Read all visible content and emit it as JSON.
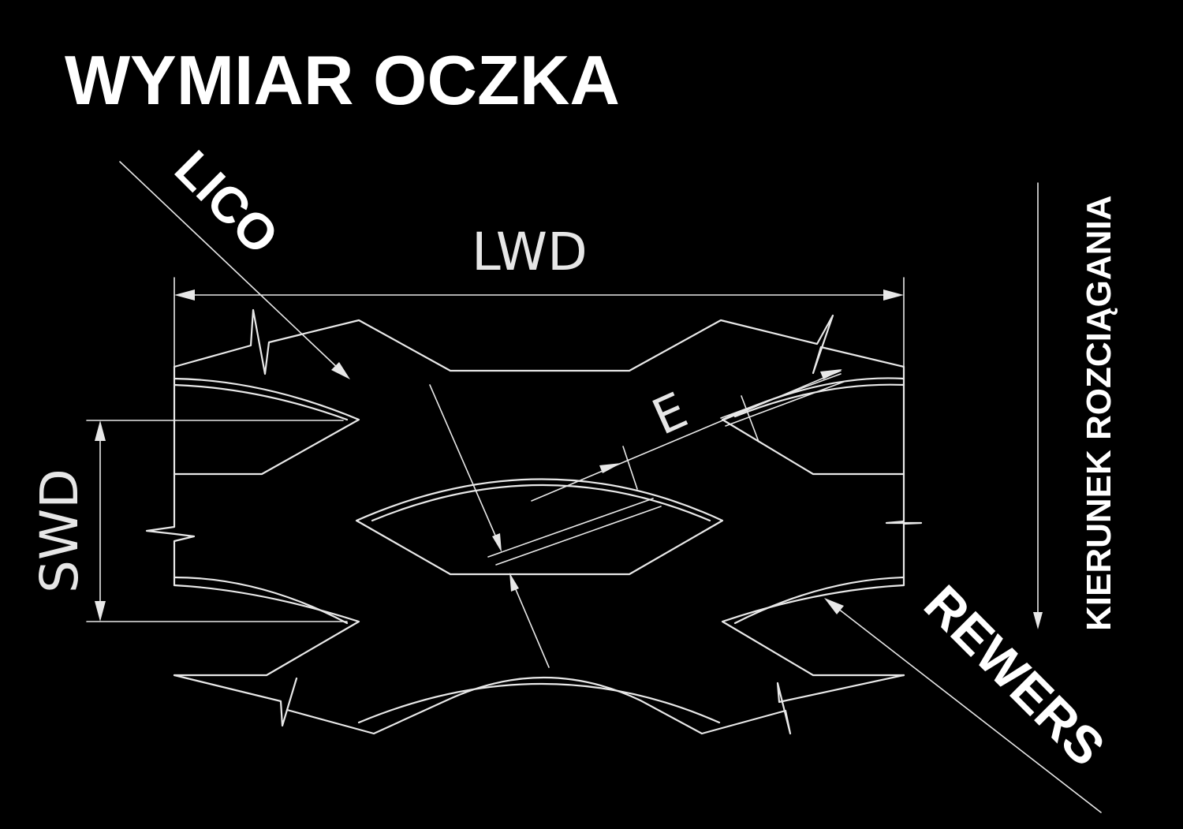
{
  "diagram": {
    "title": "WYMIAR OCZKA",
    "label_lico": "LICO",
    "label_rewers": "REWERS",
    "label_direction": "KIERUNEK ROZCIĄGANIA",
    "dim_lwd": "LWD",
    "dim_swd": "SWD",
    "dim_e": "E"
  },
  "colors": {
    "background": "#000000",
    "line": "#e8e8e8",
    "text": "#ffffff"
  }
}
